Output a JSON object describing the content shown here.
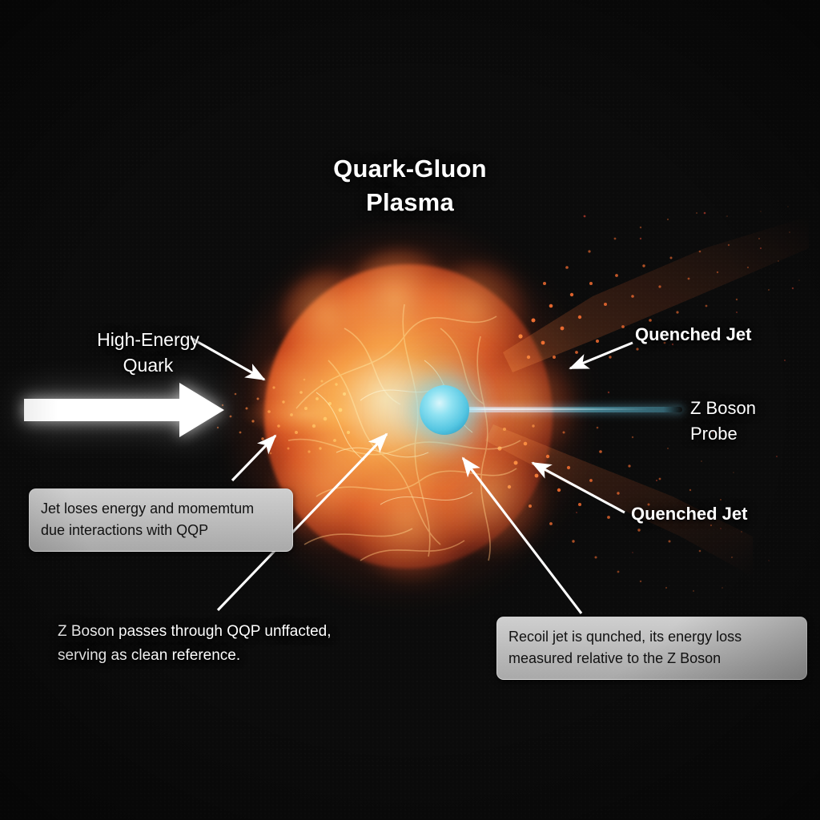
{
  "figure": {
    "title": "Quark-Gluon\nPlasma",
    "background_color": "#0b0b0b",
    "plasma_color": "#ff5a1e",
    "z_boson_color": "#7fd8e8",
    "beam_color": "#4a8f9e",
    "arrow_color": "#ffffff",
    "callout_bg_color": "#b8b8b8"
  },
  "labels": {
    "high_energy_quark": "High-Energy\nQuark",
    "quenched_jet_top": "Quenched Jet",
    "z_boson_probe": "Z Boson\nProbe",
    "quenched_jet_bottom": "Quenched Jet",
    "z_boson_caption": "Z Boson passes through QQP unffacted,\nserving as clean reference."
  },
  "callouts": {
    "jet_energy_loss": "Jet loses energy and momemtum\ndue interactions with QQP",
    "recoil_jet": "Recoil jet is qunched, its energy loss\nmeasured relative to the Z Boson"
  },
  "elements": {
    "incoming_arrow": "high-energy-quark-arrow",
    "z_boson_sphere": "z-boson-sphere",
    "z_boson_beam": "z-boson-beam",
    "plasma_blob": "quark-gluon-plasma-fireball",
    "jet_spray_left": "left-jet-particle-spray",
    "jet_spray_upper_right": "upper-right-quenched-jet-spray",
    "jet_spray_lower_right": "lower-right-quenched-jet-spray"
  }
}
